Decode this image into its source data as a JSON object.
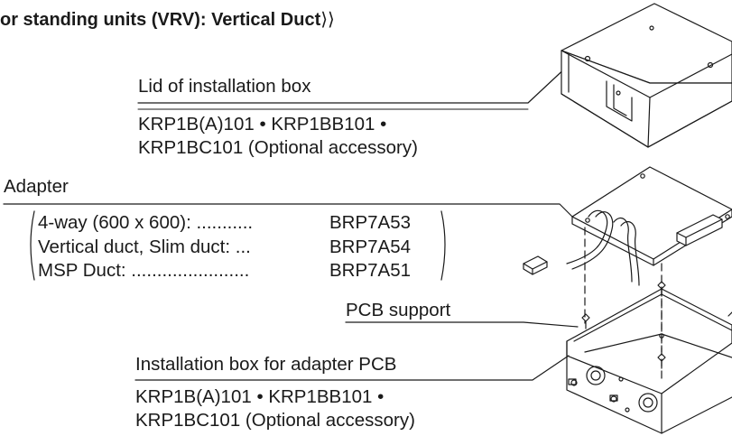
{
  "title": "or standing units (VRV): Vertical Duct",
  "lid": {
    "label": "Lid of installation box",
    "line1": "KRP1B(A)101 • KRP1BB101 •",
    "line2": "KRP1BC101 (Optional accessory)"
  },
  "adapter": {
    "label": "Adapter",
    "rows": [
      {
        "desc": "4-way (600 x 600): ...........",
        "code": "BRP7A53"
      },
      {
        "desc": "Vertical duct, Slim duct: ...",
        "code": "BRP7A54"
      },
      {
        "desc": "MSP Duct: .......................",
        "code": "BRP7A51"
      }
    ]
  },
  "pcb_support": {
    "label": "PCB support"
  },
  "install_box": {
    "label": "Installation box for adapter PCB",
    "line1": "KRP1B(A)101 • KRP1BB101 •",
    "line2": "KRP1BC101 (Optional accessory)"
  }
}
